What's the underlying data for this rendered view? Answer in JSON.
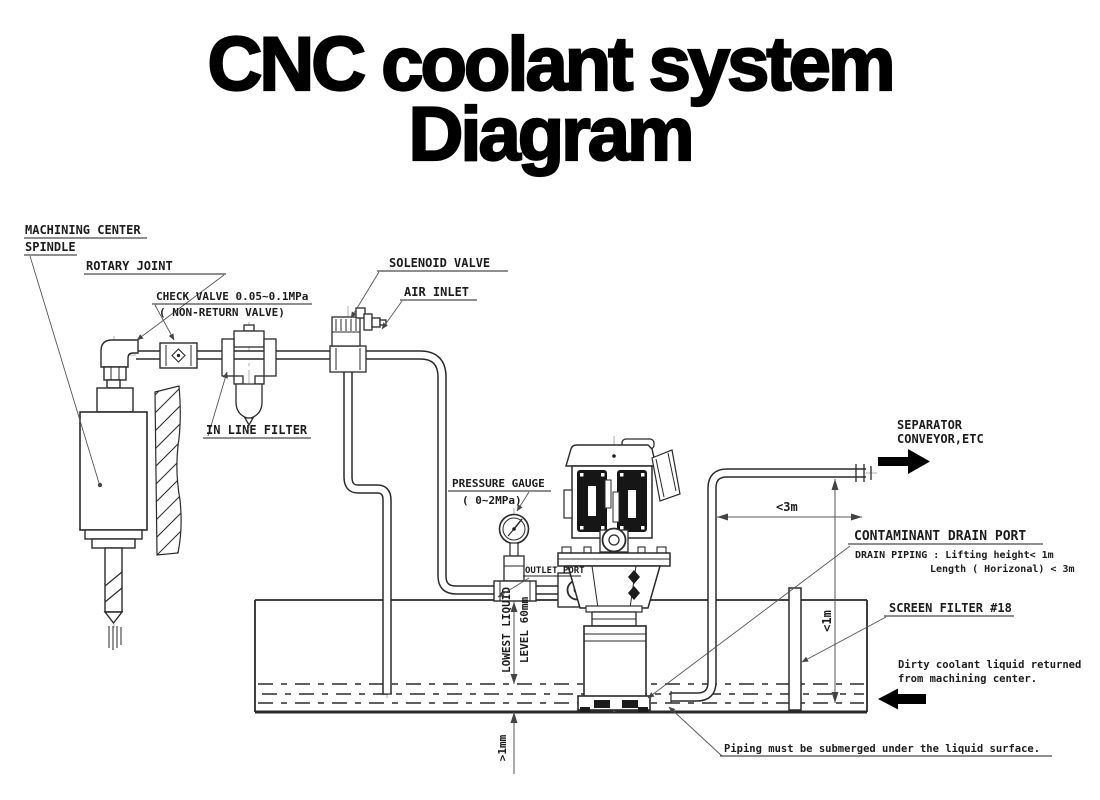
{
  "title": {
    "line1": "CNC coolant system",
    "line2": "Diagram"
  },
  "labels": {
    "machining_center": "MACHINING CENTER",
    "spindle": "SPINDLE",
    "rotary_joint": "ROTARY JOINT",
    "check_valve": "CHECK VALVE 0.05~0.1MPa",
    "non_return_valve": "( NON-RETURN VALVE)",
    "in_line_filter": "IN LINE FILTER",
    "solenoid_valve": "SOLENOID VALVE",
    "air_inlet": "AIR INLET",
    "pressure_gauge": "PRESSURE GAUGE",
    "pressure_range": "( 0~2MPa)",
    "outlet_port": "OUTLET PORT",
    "separator_line1": "SEPARATOR",
    "separator_line2": "CONVEYOR,ETC",
    "contaminant_drain_port": "CONTAMINANT DRAIN PORT",
    "drain_piping_line1": "DRAIN PIPING : Lifting height< 1m",
    "drain_piping_line2": "Length ( Horizonal)  < 3m",
    "screen_filter": "SCREEN FILTER #18",
    "dirty_line1": "Dirty coolant liquid returned",
    "dirty_line2": "from machining center.",
    "submerged_note": "Piping must be submerged under the liquid surface."
  },
  "dimensions": {
    "horizontal_run": "<3m",
    "lifting_height": "<1m",
    "lowest_liquid_line1": "LOWEST LIQUID",
    "lowest_liquid_line2": "LEVEL 60mm",
    "bottom_clearance": ">1mm"
  },
  "colors": {
    "ink": "#1c1c1c",
    "leader": "#555555",
    "liquid": "#4a4a4a"
  }
}
